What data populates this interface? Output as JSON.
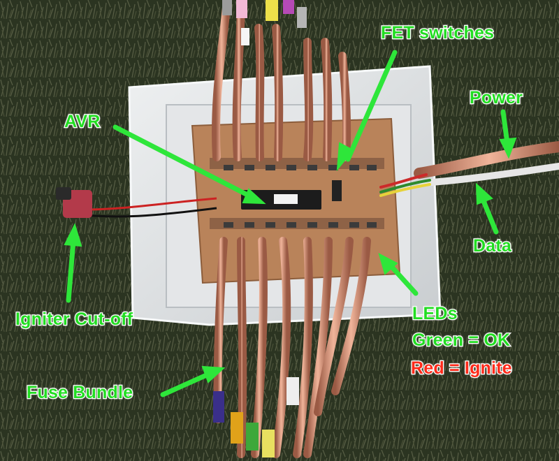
{
  "labels": {
    "fet_switches": "FET switches",
    "power": "Power",
    "avr": "AVR",
    "data": "Data",
    "igniter_cutoff": "Igniter Cut-off",
    "leds": "LEDs",
    "green_ok": "Green = OK",
    "red_ignite": "Red = Ignite",
    "fuse_bundle": "Fuse Bundle"
  },
  "colors": {
    "label_green": "#22dd22",
    "label_red": "#ff2a1a",
    "arrow_green": "#2ee63a",
    "grass_dark": "#26301e",
    "wire_copper": "#c98468",
    "board_tan": "#b9835a",
    "case_clear": "#d9dde0"
  }
}
